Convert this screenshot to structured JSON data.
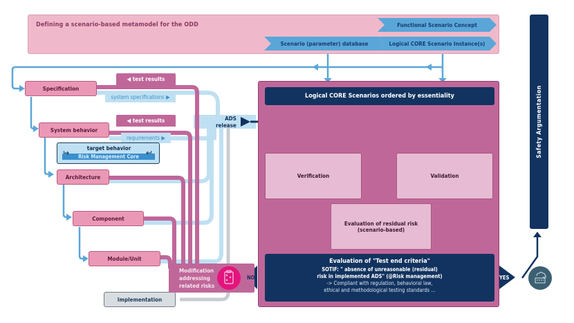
{
  "header": {
    "title": "Defining a scenario-based metamodel for the ODD",
    "chevrons": {
      "functional": "Functional Scenario Concept",
      "database": "Scenario (parameter) database",
      "logical_instances": "Logical CORE Scenario Instance(s)"
    }
  },
  "v_model": {
    "stages": [
      {
        "label": "Specification"
      },
      {
        "label": "System behavior"
      },
      {
        "label": "Architecture"
      },
      {
        "label": "Component"
      },
      {
        "label": "Module/Unit"
      },
      {
        "label": "Implementation"
      }
    ],
    "feedback_tabs": [
      {
        "label": "test results"
      },
      {
        "label": "test results"
      }
    ],
    "outputs": [
      {
        "label": "system specifications ▶"
      },
      {
        "label": "requirements ▶"
      }
    ],
    "target_behavior": {
      "title": "target behavior",
      "subtitle": "Risk Management Core"
    },
    "ads_release": {
      "line1": "ADS",
      "line2": "release"
    },
    "modification": {
      "lines": [
        "Modification",
        "addressing",
        "related risks"
      ]
    }
  },
  "evaluation": {
    "header": "Logical CORE Scenarios ordered by essentiality",
    "verification": "Verification",
    "validation": "Validation",
    "residual_risk": {
      "line1": "Evaluation of residual risk",
      "line2": "(scenario-based)"
    },
    "test_end": {
      "title": "Evaluation of \"Test end criteria\"",
      "line1": "SOTIF: \" absence of unreasonable (residual)",
      "line2": "risk in implemented ADS\" (@Risk management)",
      "line3": "-> Compliant with regulation, behavioral law,",
      "line4": "ethical and methodological testing standards ..."
    },
    "no_label": "NO",
    "yes_label": "YES"
  },
  "safety": {
    "label": "Safety  Argumentation"
  },
  "colors": {
    "navy": "#12335f",
    "pink": "#c0679a",
    "light_pink": "#f0b9cb",
    "blue": "#5aa6d8",
    "light_blue": "#bfe0f2",
    "magenta": "#e4147d"
  }
}
